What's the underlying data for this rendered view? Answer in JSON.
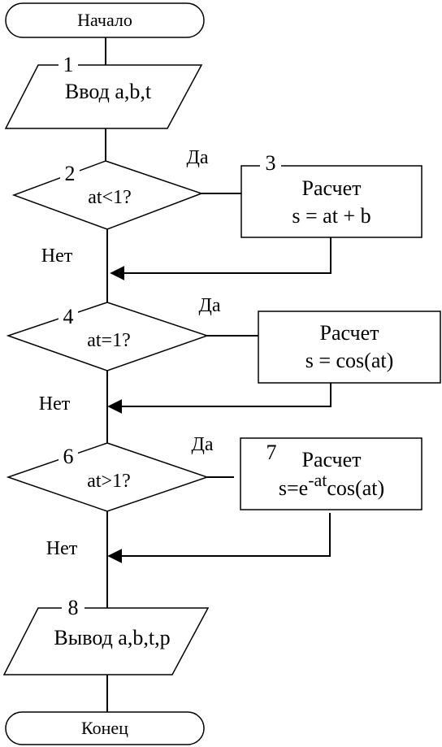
{
  "start": {
    "label": "Начало"
  },
  "end": {
    "label": "Конец"
  },
  "input": {
    "number": "1",
    "label": "Ввод a,b,t"
  },
  "output": {
    "number": "8",
    "label": "Вывод a,b,t,p"
  },
  "decision1": {
    "number": "2",
    "condition": "at<1?",
    "yes": "Да",
    "no": "Нет"
  },
  "process3": {
    "number": "3",
    "line1": "Расчет",
    "line2": "s = at + b"
  },
  "decision2": {
    "number": "4",
    "condition": "at=1?",
    "yes": "Да",
    "no": "Нет"
  },
  "process5": {
    "line1": "Расчет",
    "line2": "s = cos(at)"
  },
  "decision3": {
    "number": "6",
    "condition": "at>1?",
    "yes": "Да",
    "no": "Нет"
  },
  "process7": {
    "number": "7",
    "line1": "Расчет",
    "formula_base": "s=e",
    "formula_exp": "-at",
    "formula_tail": "cos(at)"
  }
}
